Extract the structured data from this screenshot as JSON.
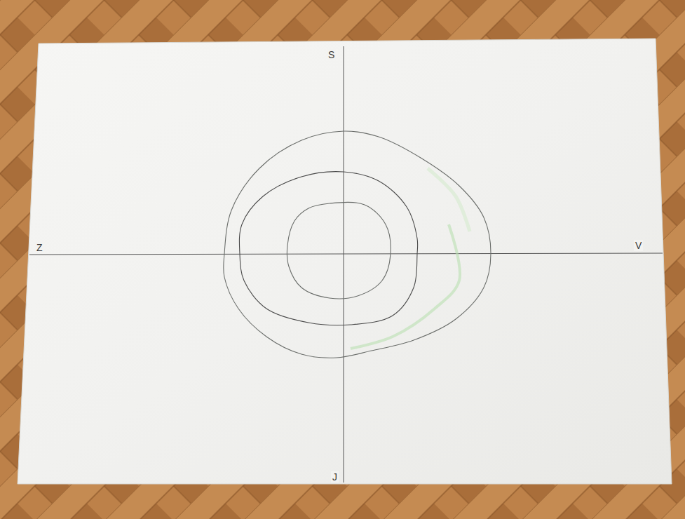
{
  "diagram": {
    "labels": [
      "S",
      "Z",
      "V",
      "J"
    ]
  }
}
